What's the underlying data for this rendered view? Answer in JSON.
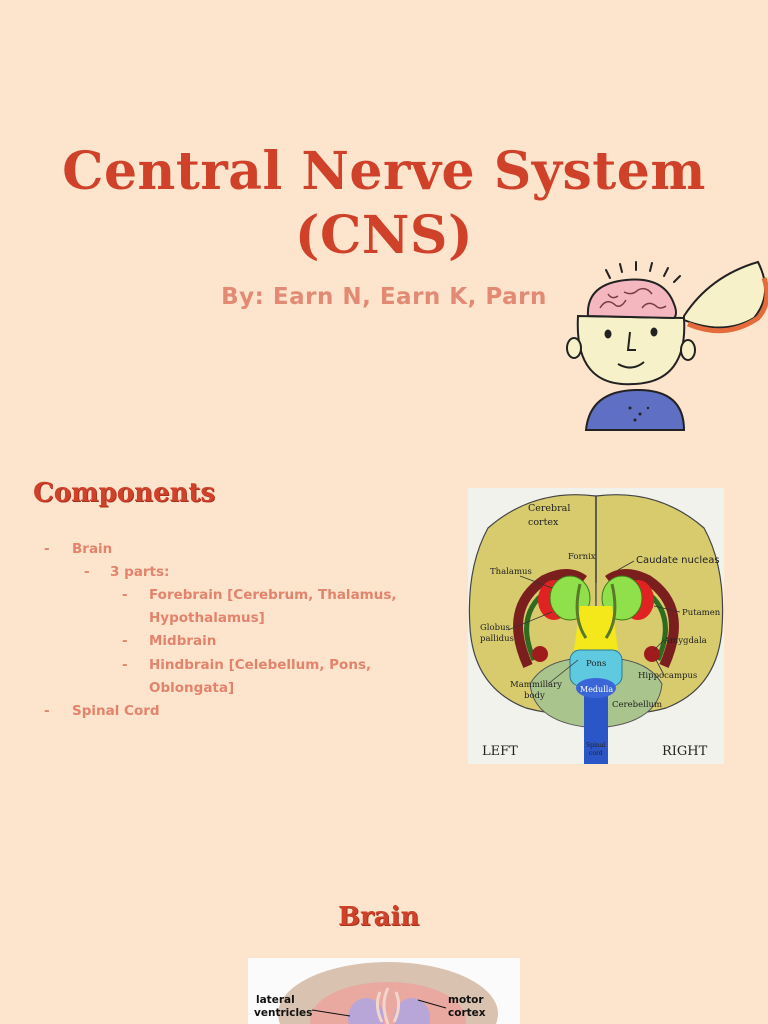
{
  "header": {
    "title_line1": "Central Nerve System",
    "title_line2": "(CNS)",
    "subtitle": "By: Earn N, Earn K, Parn"
  },
  "components": {
    "heading": "Components",
    "items": [
      {
        "label": "Brain",
        "level": 1
      },
      {
        "label": "3 parts:",
        "level": 2
      },
      {
        "label": "Forebrain [Cerebrum, Thalamus,",
        "level": 3
      },
      {
        "label": "Hypothalamus]",
        "level": 3,
        "continuation": true
      },
      {
        "label": "Midbrain",
        "level": 3
      },
      {
        "label": "Hindbrain [Celebellum, Pons,",
        "level": 3
      },
      {
        "label": "Oblongata]",
        "level": 3,
        "continuation": true
      },
      {
        "label": "Spinal Cord",
        "level": 1
      }
    ]
  },
  "diagram": {
    "labels": {
      "cerebral_cortex_1": "Cerebral",
      "cerebral_cortex_2": "cortex",
      "fornix": "Fornix",
      "caudate": "Caudate nucleas",
      "thalamus": "Thalamus",
      "putamen": "Putamen",
      "globus_1": "Globus",
      "globus_2": "pallidus",
      "amygdala": "Amygdala",
      "pons": "Pons",
      "hippocampus": "Hippocampus",
      "mammillary_1": "Mammillary",
      "mammillary_2": "body",
      "medulla": "Medulla",
      "cerebellum": "Cerebellum",
      "spinal_1": "Spinal",
      "spinal_2": "cord",
      "left": "LEFT",
      "right": "RIGHT"
    }
  },
  "brain_section": {
    "heading": "Brain",
    "photo_labels": {
      "lateral_1": "lateral",
      "lateral_2": "ventricles",
      "motor_1": "motor",
      "motor_2": "cortex"
    }
  },
  "icons": {
    "kid": "open-head-kid-illustration"
  }
}
